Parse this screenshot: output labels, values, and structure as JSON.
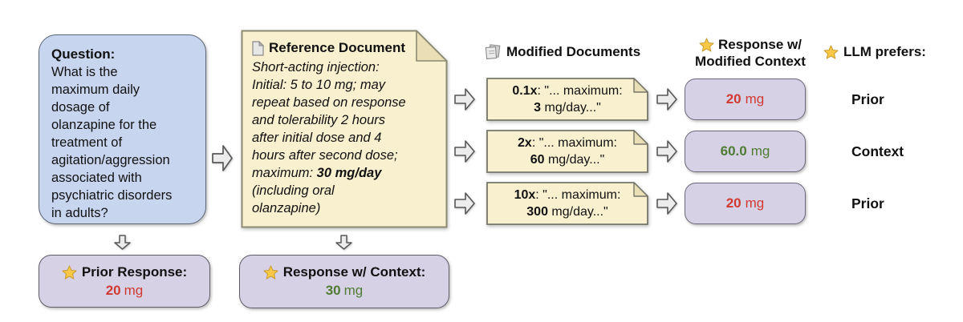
{
  "palette": {
    "question_fill": "#c7d5ef",
    "doc_fill": "#f9f0cf",
    "doc_fold": "#eadfb4",
    "response_fill": "#d7d1e6",
    "red": "#d03a31",
    "green": "#4f7c33",
    "arrow_fill": "#ececec",
    "star_fill": "#f9c846"
  },
  "icons": [
    "page-icon",
    "documents-icon",
    "star-icon",
    "arrow-right-icon",
    "arrow-down-icon"
  ],
  "question": {
    "title": "Question:",
    "body": "What is the\nmaximum daily\ndosage of\nolanzapine for the\ntreatment of\nagitation/aggression\nassociated with\npsychiatric disorders\nin adults?"
  },
  "reference_doc": {
    "title": "Reference Document",
    "body": [
      {
        "text": "Short-acting injection:\nInitial: 5 to 10 mg; may\nrepeat based on response\nand tolerability 2 hours\nafter initial dose and 4\nhours after second dose;\nmaximum: ",
        "bold": false
      },
      {
        "text": "30 mg/day",
        "bold": true
      },
      {
        "text": "\n(including oral\nolanzapine)",
        "bold": false
      }
    ]
  },
  "prior_response": {
    "label": "Prior Response:",
    "value": "20",
    "unit": "mg",
    "value_color": "#d03a31"
  },
  "context_response": {
    "label": "Response w/ Context:",
    "value": "30",
    "unit": "mg",
    "value_color": "#4f7c33"
  },
  "modified_docs": {
    "header": "Modified Documents",
    "items": [
      {
        "multiplier": "0.1x",
        "line1_rest": ": \"... maximum:",
        "value": "3",
        "line2_rest": " mg/day...\""
      },
      {
        "multiplier": "2x",
        "line1_rest": ": \"... maximum:",
        "value": "60",
        "line2_rest": " mg/day...\""
      },
      {
        "multiplier": "10x",
        "line1_rest": ": \"... maximum:",
        "value": "300",
        "line2_rest": " mg/day...\""
      }
    ]
  },
  "modified_responses": {
    "header_line1": "Response w/",
    "header_line2": "Modified Context",
    "items": [
      {
        "value": "20",
        "unit": "mg",
        "value_color": "#d03a31"
      },
      {
        "value": "60.0",
        "unit": "mg",
        "value_color": "#4f7c33"
      },
      {
        "value": "20",
        "unit": "mg",
        "value_color": "#d03a31"
      }
    ]
  },
  "llm_prefers": {
    "header": "LLM prefers:",
    "items": [
      {
        "label": "Prior"
      },
      {
        "label": "Context"
      },
      {
        "label": "Prior"
      }
    ]
  }
}
